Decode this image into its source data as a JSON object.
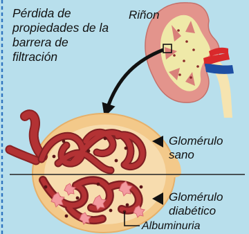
{
  "labels": {
    "barrier_title": "Pérdida de propiedades de la barrera de filtración",
    "kidney": "Riñon",
    "healthy": "Glomérulo sano",
    "diabetic": "Glomérulo diabético",
    "albuminuria": "Albuminuria"
  },
  "colors": {
    "background": "#b8dfec",
    "kidney_cortex": "#e3948c",
    "kidney_medulla": "#efe9a8",
    "capsule": "#f3c98a",
    "vessel": "#a82e30",
    "artery": "#d9292b",
    "vein": "#1e4fa3",
    "podocyte": "#f39aa0",
    "dashed_border": "#2f74c0"
  }
}
